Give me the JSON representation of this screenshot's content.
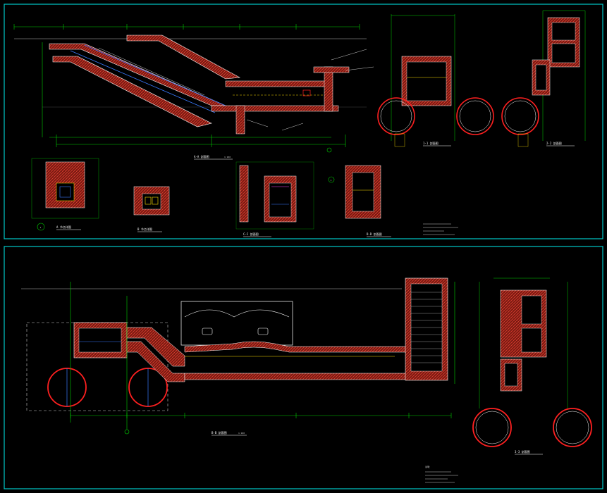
{
  "drawing": {
    "sheet_top": {
      "main_section_title": "A-A 剖面图",
      "main_section_scale": "1:100",
      "right_section_1_title": "1-1 剖面图",
      "right_section_2_title": "2-2 剖面图",
      "detail_a_title": "A 节点详图",
      "detail_b_title": "B 节点详图",
      "detail_c_title": "C-C 剖面图",
      "detail_d_title": "D-D 剖面图",
      "circle_marker_1": "1",
      "circle_marker_2": "1"
    },
    "sheet_bottom": {
      "main_section_title": "B-B 剖面图",
      "main_section_scale": "1:100",
      "right_section_title": "3-3 剖面图",
      "notes_header": "说明："
    },
    "colors": {
      "background": "#000000",
      "frame": "#00c8c8",
      "dimension": "#00d000",
      "wall_hatch": "#c0392b",
      "wall_edge": "#ffffff",
      "tunnel": "#ff2020",
      "annotation": "#ffffff",
      "stairs": "#3a7bff",
      "ground": "#7a7a7a",
      "yellow": "#ffe000",
      "magenta": "#ff40ff"
    }
  }
}
